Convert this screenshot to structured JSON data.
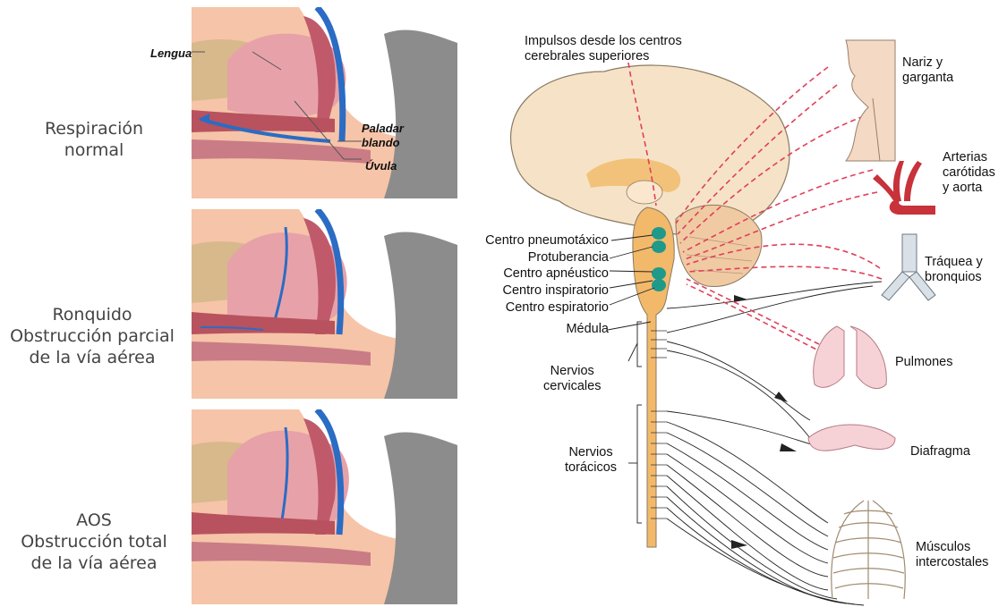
{
  "airway": {
    "panels": [
      {
        "title_lines": [
          "Respiración",
          "normal"
        ]
      },
      {
        "title_lines": [
          "Ronquido",
          "Obstrucción parcial",
          "de la vía aérea"
        ]
      },
      {
        "title_lines": [
          "AOS",
          "Obstrucción total",
          "de la vía aérea"
        ]
      }
    ],
    "callouts": {
      "lengua": "Lengua",
      "paladar_line1": "Paladar",
      "paladar_line2": "blando",
      "uvula": "Úvula"
    }
  },
  "respiratory": {
    "top_note_line1": "Impulsos desde los centros",
    "top_note_line2": "cerebrales superiores",
    "brain_labels": [
      "Centro pneumotáxico",
      "Protuberancia",
      "Centro apnéustico",
      "Centro inspiratorio",
      "Centro espiratorio"
    ],
    "medula": "Médula",
    "cervical_line1": "Nervios",
    "cervical_line2": "cervicales",
    "thoracic_line1": "Nervios",
    "thoracic_line2": "torácicos",
    "organs": {
      "nariz_line1": "Nariz y",
      "nariz_line2": "garganta",
      "arterias_line1": "Arterias",
      "arterias_line2": "carótidas",
      "arterias_line3": "y aorta",
      "traquea_line1": "Tráquea y",
      "traquea_line2": "bronquios",
      "pulmones": "Pulmones",
      "diafragma": "Diafragma",
      "musculos_line1": "Músculos",
      "musculos_line2": "intercostales"
    }
  }
}
